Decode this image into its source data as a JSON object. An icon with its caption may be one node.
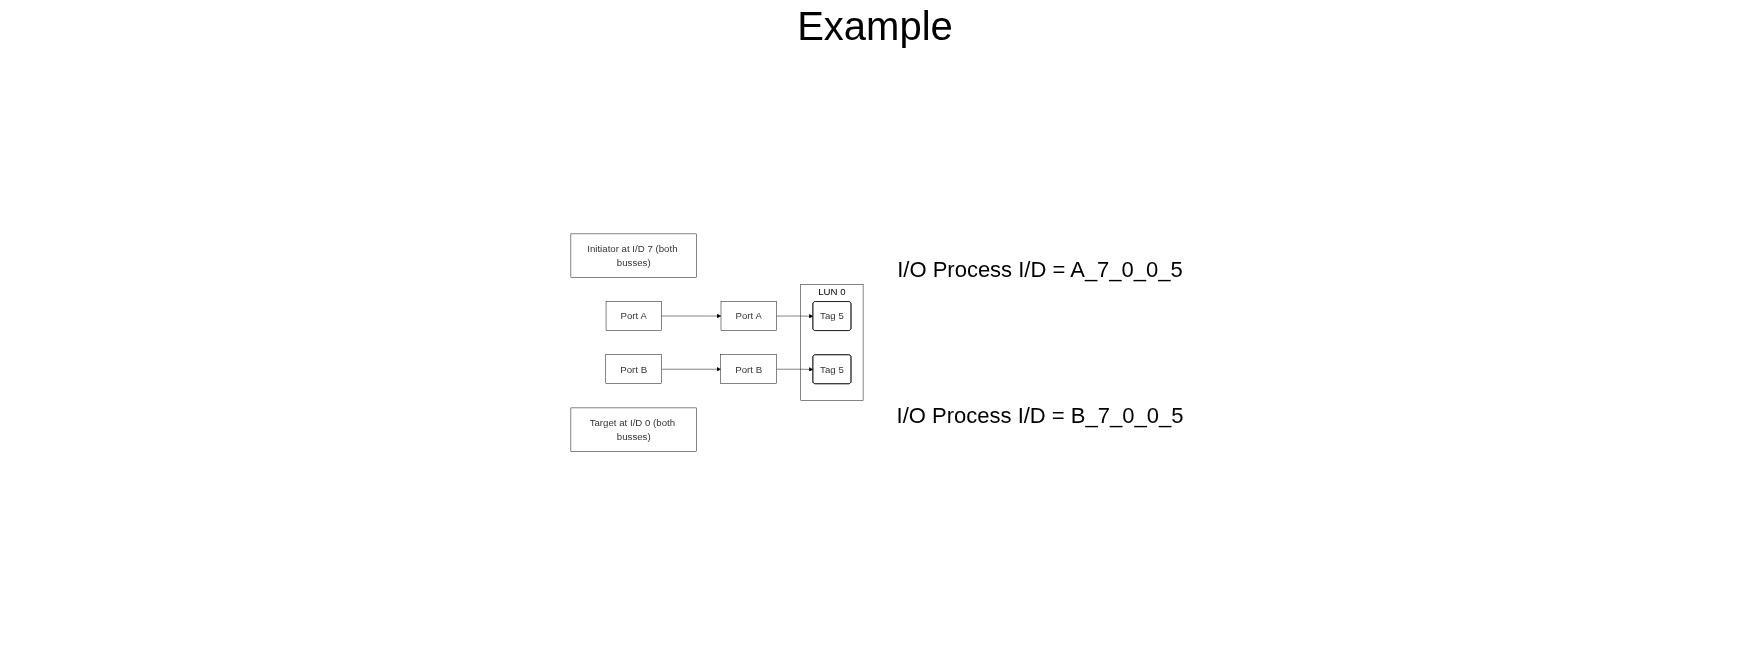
{
  "diagram": {
    "title": "Example",
    "nodes": [
      {
        "text": [
          "Initiator at I/D 7 (both busses)"
        ]
      },
      {
        "text": [
          "Port A"
        ]
      },
      {
        "text": [
          "Port B"
        ]
      },
      {
        "text": [
          "Target at I/D 0 (both busses)"
        ]
      },
      {
        "text": [
          "Port A"
        ]
      },
      {
        "text": [
          "Port B"
        ]
      },
      {
        "text": [
          "LUN 0"
        ]
      },
      {
        "text": [
          "Tag 5"
        ],
        "in": 6,
        "beside": [
          "I/O Process I/D = A_7_0_0_5"
        ]
      },
      {
        "text": [
          "Tag 5"
        ],
        "in": 6,
        "beside": [
          "I/O Process I/D = B_7_0_0_5"
        ]
      }
    ],
    "edges": [
      {
        "from": 1,
        "to": 4,
        "arrow": "to"
      },
      {
        "from": 2,
        "to": 5,
        "arrow": "to"
      },
      {
        "from": 4,
        "to": 7,
        "arrow": "to"
      },
      {
        "from": 5,
        "to": 8,
        "arrow": "to"
      }
    ]
  }
}
